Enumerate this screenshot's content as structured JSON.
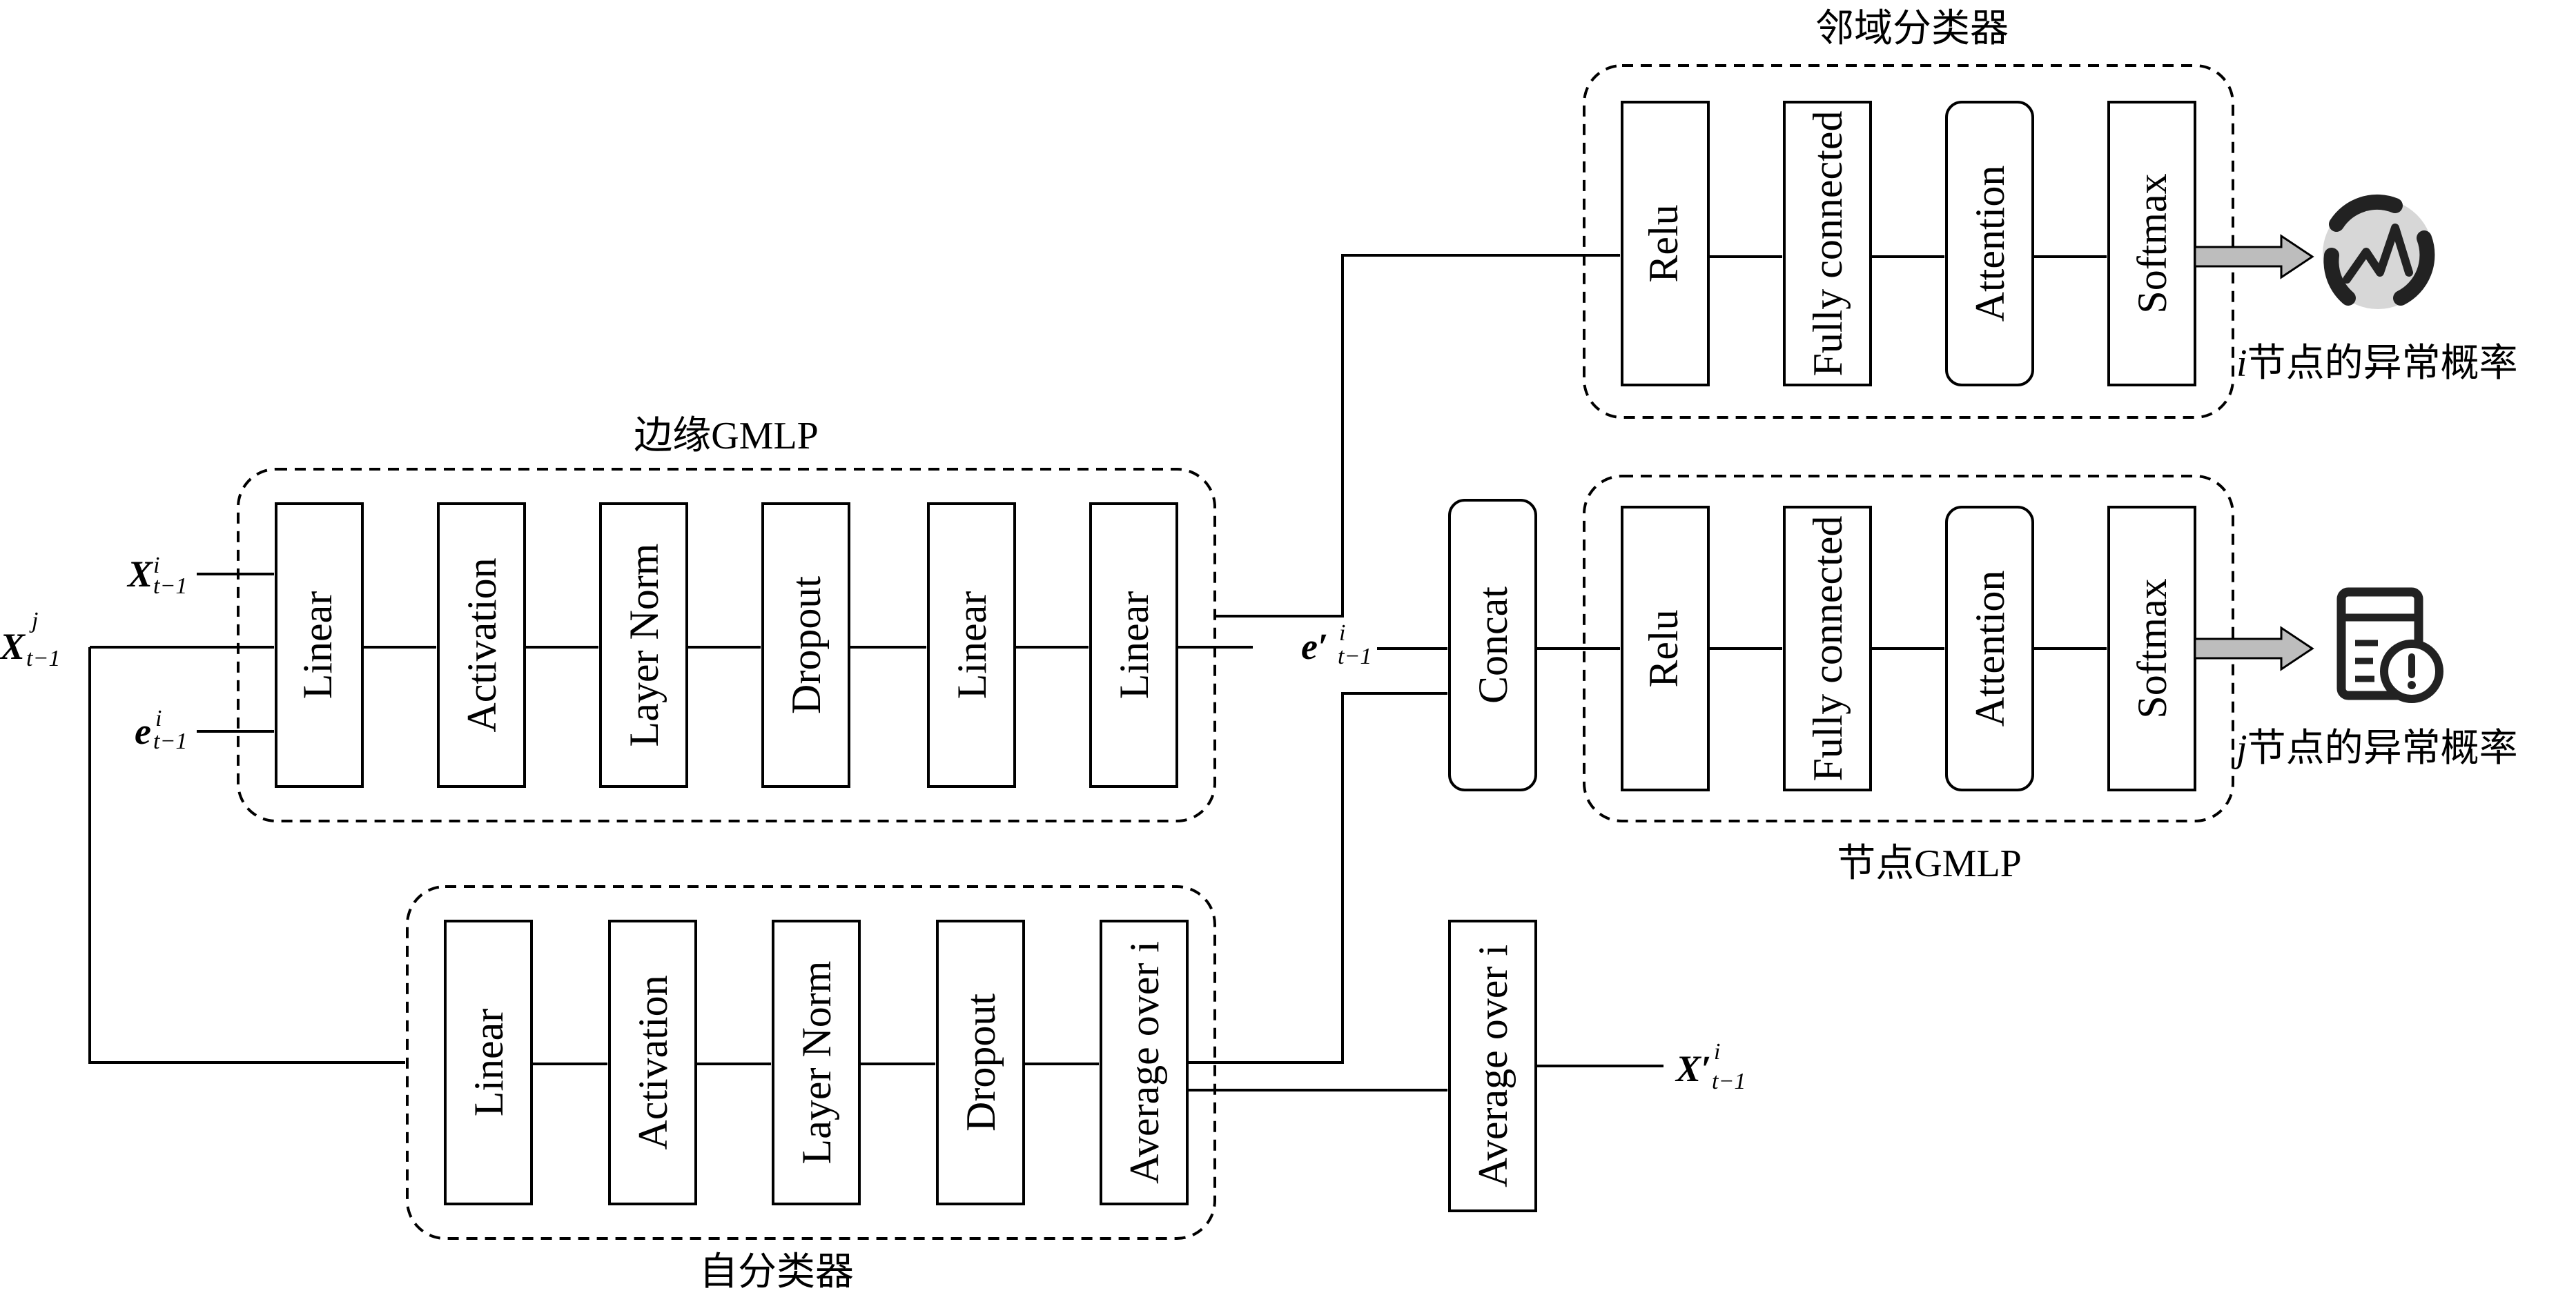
{
  "groups": {
    "edge_gmlp": "边缘GMLP",
    "neighbor_classifier": "邻域分类器",
    "node_gmlp": "节点GMLP",
    "self_classifier": "自分类器"
  },
  "edge_gmlp_blocks": [
    "Linear",
    "Activation",
    "Layer Norm",
    "Dropout",
    "Linear",
    "Linear"
  ],
  "neighbor_blocks": [
    "Relu",
    "Fully connected",
    "Attention",
    "Softmax"
  ],
  "node_blocks": [
    "Relu",
    "Fully connected",
    "Attention",
    "Softmax"
  ],
  "self_blocks": [
    "Linear",
    "Activation",
    "Layer Norm",
    "Dropout",
    "Average over i"
  ],
  "concat": "Concat",
  "average_block": "Average over i",
  "inputs": {
    "x_i_prev": {
      "base": "X",
      "sup": "i",
      "sub": "t−1"
    },
    "x_j_prev": {
      "base": "X",
      "sup": "j",
      "sub": "t−1"
    },
    "e_i_prev": {
      "base": "e",
      "sup": "i",
      "sub": "t−1"
    },
    "e_prime_i": {
      "base": "e′",
      "sup": "i",
      "sub": "t−1"
    },
    "x_prime_i": {
      "base": "X′",
      "sup": "i",
      "sub": "t−1"
    }
  },
  "outputs": {
    "i_prob_var": "i",
    "i_prob_text": "节点的异常概率",
    "j_prob_var": "j",
    "j_prob_text": "节点的异常概率"
  },
  "icons": [
    "anomaly-chart-icon",
    "alert-document-icon"
  ]
}
